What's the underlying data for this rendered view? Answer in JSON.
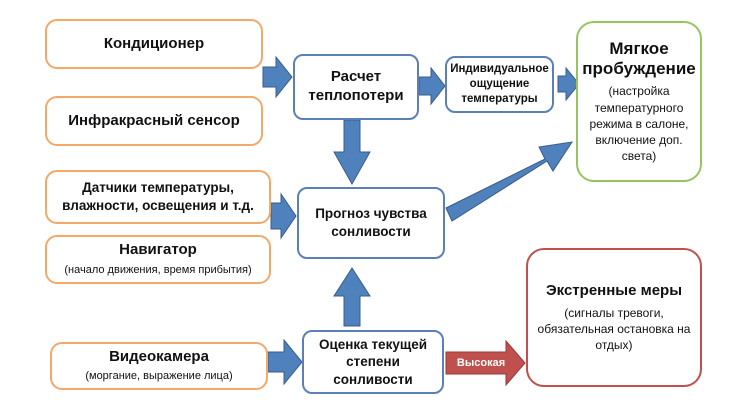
{
  "nodes": {
    "conditioner": {
      "title": "Кондиционер"
    },
    "ir_sensor": {
      "title": "Инфракрасный сенсор"
    },
    "sensors": {
      "title": "Датчики температуры, влажности, освещения и т.д."
    },
    "navigator": {
      "title": "Навигатор",
      "note": "(начало движения, время прибытия)"
    },
    "camera": {
      "title": "Видеокамера",
      "note": "(моргание, выражение лица)"
    },
    "heat_loss": {
      "title": "Расчет теплопотери"
    },
    "individual": {
      "title": "Индивидуальное ощущение температуры"
    },
    "drowsiness_forecast": {
      "title": "Прогноз чувства сонливости"
    },
    "current_drowsiness": {
      "title": "Оценка текущей степени сонливости"
    },
    "soft_wakeup": {
      "title": "Мягкое пробуждение",
      "note": "(настройка температурного режима в салоне, включение доп. света)"
    },
    "emergency": {
      "title": "Экстренные меры",
      "note": "(сигналы тревоги, обязательная остановка на отдых)"
    }
  },
  "high_label": "Высокая",
  "colors": {
    "input_border": "#f4a86a",
    "process_border": "#5b80b8",
    "arrow_fill": "#4f81bd",
    "arrow_stroke": "#385d8a",
    "wakeup_border": "#97c45f",
    "emergency_border": "#c0504d",
    "high_arrow_fill": "#c0504d"
  }
}
